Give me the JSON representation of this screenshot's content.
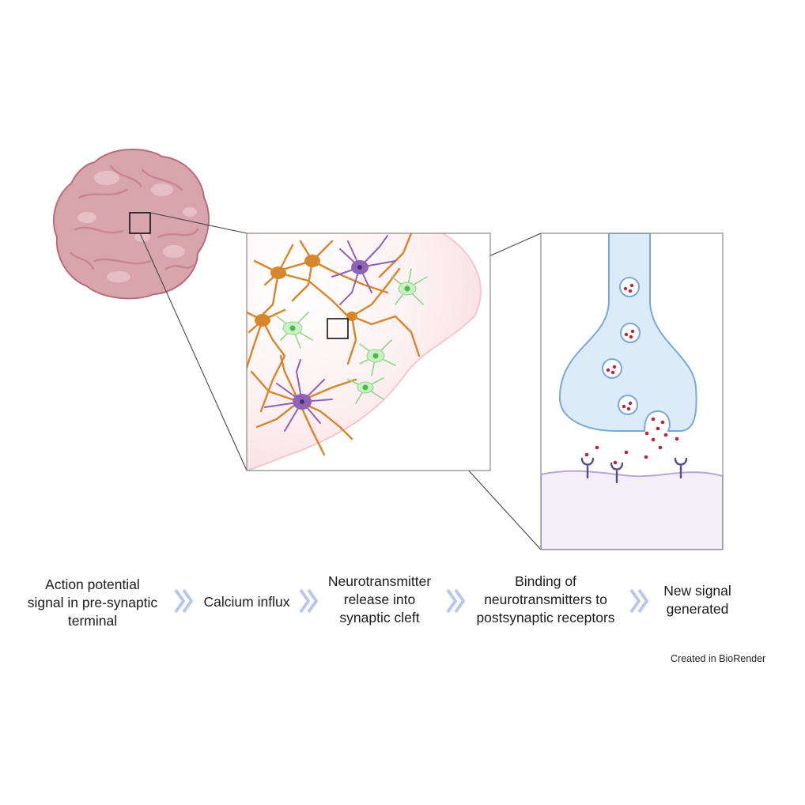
{
  "steps": [
    {
      "lines": [
        "Action potential",
        "signal in pre-synaptic",
        "terminal"
      ]
    },
    {
      "lines": [
        "Calcium influx"
      ]
    },
    {
      "lines": [
        "Neurotransmitter",
        "release into",
        "synaptic cleft"
      ]
    },
    {
      "lines": [
        "Binding of",
        "neurotransmitters to",
        "postsynaptic receptors"
      ]
    },
    {
      "lines": [
        "New signal",
        "generated"
      ]
    }
  ],
  "credit": "Created in BioRender",
  "colors": {
    "brain": "#d7a3ab",
    "brain_outline": "#b96a78",
    "astrocyte": "#d9852a",
    "neuron": "#8f63b8",
    "microglia": "#9fdc98",
    "terminal": "#dcebf8",
    "terminal_outline": "#7aa8d8",
    "neurotransmitter": "#c0213c",
    "receptor": "#5a4a8c",
    "postsynaptic": "#f3eff7",
    "arrow": "#b8c8e8"
  }
}
